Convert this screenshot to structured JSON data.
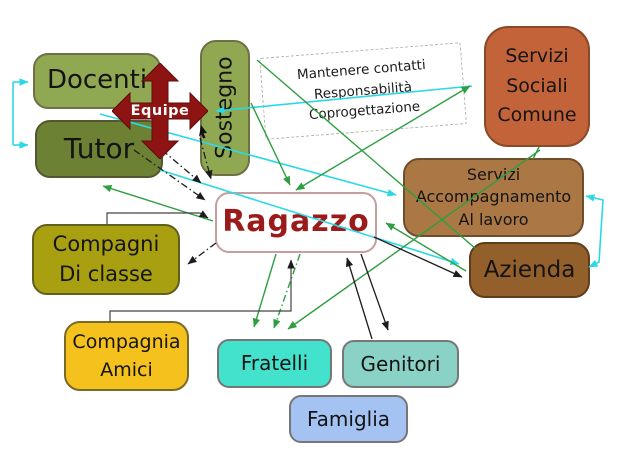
{
  "nodes": {
    "docenti": {
      "label": "Docenti",
      "fill": "#8fa851"
    },
    "tutor": {
      "label": "Tutor",
      "fill": "#6c8133"
    },
    "equipe": {
      "label": "Equipe",
      "fill": "#8e1414",
      "text_color": "#ffffff"
    },
    "sostegno": {
      "label": "Sostegno",
      "fill": "#8fa851"
    },
    "note": {
      "lines": [
        "Mantenere contatti",
        "Responsabilità",
        "Coprogettazione"
      ],
      "fill": "#ffffff"
    },
    "servizi_sociali": {
      "lines": [
        "Servizi",
        "Sociali",
        "Comune"
      ],
      "fill": "#c2633a"
    },
    "accompagnamento": {
      "lines": [
        "Servizi",
        "Accompagnamento",
        "Al lavoro"
      ],
      "fill": "#ab7845"
    },
    "azienda": {
      "label": "Azienda",
      "fill": "#93602b"
    },
    "ragazzo": {
      "label": "Ragazzo",
      "fill": "#ffffff",
      "text_color": "#9b1b1b"
    },
    "compagni": {
      "lines": [
        "Compagni",
        "Di classe"
      ],
      "fill": "#a9a011"
    },
    "amici": {
      "lines": [
        "Compagnia",
        "Amici"
      ],
      "fill": "#f4c11d"
    },
    "fratelli": {
      "label": "Fratelli",
      "fill": "#43e2cc"
    },
    "genitori": {
      "label": "Genitori",
      "fill": "#8ad2c6"
    },
    "famiglia": {
      "label": "Famiglia",
      "fill": "#a5c3f2"
    }
  },
  "colors": {
    "line_cyan": "#2bd9e6",
    "line_green": "#2e9e40",
    "line_black": "#1c1c1c",
    "cross_red": "#8e1414",
    "ragazzo_border": "#c49f9f"
  },
  "connections": [
    {
      "from": "left-bracket",
      "to": "docenti",
      "color": "cyan",
      "style": "solid"
    },
    {
      "from": "left-bracket",
      "to": "tutor",
      "color": "cyan",
      "style": "solid"
    },
    {
      "from": "docenti",
      "to": "accompagnamento",
      "color": "cyan",
      "style": "solid"
    },
    {
      "from": "tutor",
      "to": "azienda",
      "color": "cyan",
      "style": "solid"
    },
    {
      "from": "servizi_sociali",
      "to": "sostegno",
      "color": "cyan",
      "style": "solid",
      "via": "note"
    },
    {
      "from": "accompagnamento",
      "to": "azienda",
      "color": "cyan",
      "style": "elbow",
      "bidirectional": true
    },
    {
      "from": "ragazzo",
      "to": "servizi_sociali",
      "color": "green",
      "style": "solid",
      "bidirectional": true
    },
    {
      "from": "sostegno",
      "to": "ragazzo",
      "color": "green",
      "style": "solid"
    },
    {
      "from": "ragazzo",
      "to": "tutor",
      "color": "green",
      "style": "solid"
    },
    {
      "from": "sostegno",
      "to": "azienda",
      "color": "green",
      "style": "solid"
    },
    {
      "from": "servizi_sociali",
      "to": "accompagnamento",
      "color": "green",
      "style": "solid"
    },
    {
      "from": "azienda",
      "to": "ragazzo",
      "color": "green",
      "style": "solid"
    },
    {
      "from": "servizi_sociali",
      "to": "fratelli",
      "color": "green",
      "style": "solid"
    },
    {
      "from": "ragazzo",
      "to": "fratelli",
      "color": "green",
      "style": "solid"
    },
    {
      "from": "ragazzo",
      "to": "fratelli",
      "color": "green",
      "style": "dashdot"
    },
    {
      "from": "equipe",
      "to": "ragazzo",
      "color": "black",
      "style": "dashdot"
    },
    {
      "from": "tutor",
      "to": "ragazzo",
      "color": "black",
      "style": "dashdot"
    },
    {
      "from": "sostegno",
      "to": "ragazzo",
      "color": "black",
      "style": "dashdot"
    },
    {
      "from": "ragazzo",
      "to": "compagni",
      "color": "black",
      "style": "dashdot"
    },
    {
      "from": "compagni",
      "to": "ragazzo",
      "color": "black",
      "style": "elbow"
    },
    {
      "from": "amici",
      "to": "ragazzo",
      "color": "black",
      "style": "elbow"
    },
    {
      "from": "genitori",
      "to": "ragazzo",
      "color": "black",
      "style": "solid"
    },
    {
      "from": "ragazzo",
      "to": "genitori",
      "color": "black",
      "style": "solid"
    },
    {
      "from": "ragazzo",
      "to": "azienda",
      "color": "black",
      "style": "solid"
    }
  ]
}
